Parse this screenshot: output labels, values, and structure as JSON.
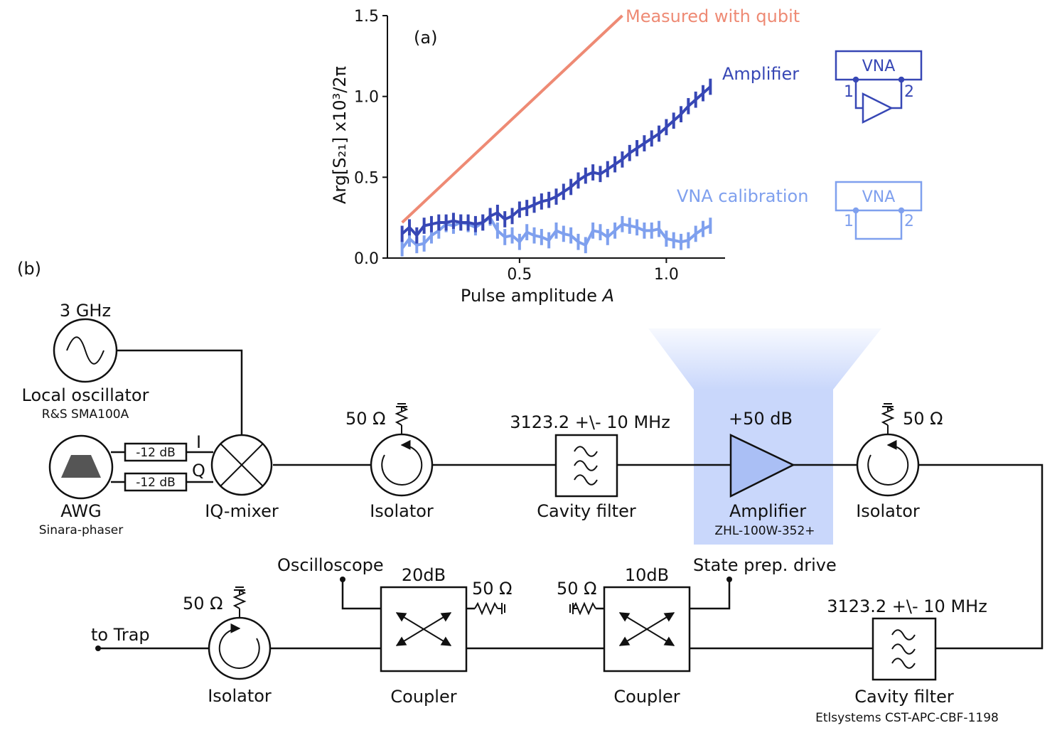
{
  "chart_data": {
    "type": "line",
    "panel_label": "(a)",
    "xlabel": "Pulse amplitude",
    "xlabel_var": "A",
    "ylabel": "Arg[S₂₁]  x10³/2π",
    "xlim": [
      0.05,
      1.2
    ],
    "ylim": [
      0,
      1.5
    ],
    "xticks": [
      0.5,
      1.0
    ],
    "xtick_labels": [
      "0.5",
      "1.0"
    ],
    "yticks": [
      0,
      0.5,
      1.0,
      1.5
    ],
    "ytick_labels": [
      "0.0",
      "0.5",
      "1.0",
      "1.5"
    ],
    "grid": false,
    "series": [
      {
        "name": "Measured with qubit",
        "color": "#ee8a74",
        "x": [
          0.1,
          0.85
        ],
        "y": [
          0.22,
          1.5
        ],
        "err": []
      },
      {
        "name": "Amplifier",
        "color": "#3747b5",
        "x": [
          0.1,
          0.125,
          0.15,
          0.175,
          0.2,
          0.225,
          0.25,
          0.275,
          0.3,
          0.325,
          0.35,
          0.375,
          0.4,
          0.425,
          0.45,
          0.475,
          0.5,
          0.525,
          0.55,
          0.575,
          0.6,
          0.625,
          0.65,
          0.675,
          0.7,
          0.725,
          0.75,
          0.775,
          0.8,
          0.825,
          0.85,
          0.875,
          0.9,
          0.925,
          0.95,
          0.975,
          1.0,
          1.025,
          1.05,
          1.075,
          1.1,
          1.125,
          1.15
        ],
        "y": [
          0.15,
          0.19,
          0.14,
          0.2,
          0.21,
          0.22,
          0.22,
          0.23,
          0.22,
          0.22,
          0.21,
          0.22,
          0.26,
          0.28,
          0.24,
          0.26,
          0.3,
          0.31,
          0.33,
          0.35,
          0.36,
          0.38,
          0.41,
          0.44,
          0.48,
          0.51,
          0.53,
          0.52,
          0.55,
          0.58,
          0.61,
          0.65,
          0.68,
          0.71,
          0.74,
          0.77,
          0.81,
          0.85,
          0.89,
          0.94,
          0.98,
          1.02,
          1.06
        ],
        "err": [
          0.05,
          0.05,
          0.05,
          0.05,
          0.05,
          0.05,
          0.05,
          0.05,
          0.05,
          0.05,
          0.05,
          0.05,
          0.05,
          0.05,
          0.05,
          0.05,
          0.05,
          0.05,
          0.05,
          0.05,
          0.05,
          0.05,
          0.05,
          0.05,
          0.05,
          0.05,
          0.05,
          0.05,
          0.05,
          0.05,
          0.05,
          0.05,
          0.05,
          0.05,
          0.05,
          0.05,
          0.05,
          0.05,
          0.05,
          0.05,
          0.05,
          0.05,
          0.05
        ]
      },
      {
        "name": "VNA calibration",
        "color": "#7fa0ee",
        "x": [
          0.1,
          0.125,
          0.15,
          0.175,
          0.2,
          0.225,
          0.25,
          0.275,
          0.3,
          0.325,
          0.35,
          0.375,
          0.4,
          0.425,
          0.45,
          0.475,
          0.5,
          0.525,
          0.55,
          0.575,
          0.6,
          0.625,
          0.65,
          0.675,
          0.7,
          0.725,
          0.75,
          0.775,
          0.8,
          0.825,
          0.85,
          0.875,
          0.9,
          0.925,
          0.95,
          0.975,
          1.0,
          1.025,
          1.05,
          1.075,
          1.1,
          1.125,
          1.15
        ],
        "y": [
          0.06,
          0.12,
          0.08,
          0.09,
          0.14,
          0.17,
          0.21,
          0.2,
          0.22,
          0.21,
          0.19,
          0.22,
          0.25,
          0.17,
          0.13,
          0.14,
          0.1,
          0.16,
          0.14,
          0.13,
          0.11,
          0.17,
          0.15,
          0.14,
          0.1,
          0.08,
          0.17,
          0.16,
          0.13,
          0.17,
          0.21,
          0.2,
          0.19,
          0.17,
          0.17,
          0.18,
          0.12,
          0.11,
          0.1,
          0.11,
          0.15,
          0.18,
          0.2
        ],
        "err": [
          0.05,
          0.05,
          0.05,
          0.05,
          0.05,
          0.05,
          0.05,
          0.05,
          0.05,
          0.05,
          0.05,
          0.05,
          0.05,
          0.05,
          0.05,
          0.05,
          0.05,
          0.05,
          0.05,
          0.05,
          0.05,
          0.05,
          0.05,
          0.05,
          0.05,
          0.05,
          0.05,
          0.05,
          0.05,
          0.05,
          0.05,
          0.05,
          0.05,
          0.05,
          0.05,
          0.05,
          0.05,
          0.05,
          0.05,
          0.05,
          0.05,
          0.05,
          0.05
        ]
      }
    ]
  },
  "insets": {
    "amplifier": {
      "title": "VNA",
      "port1": "1",
      "port2": "2"
    },
    "calibration": {
      "title": "VNA",
      "port1": "1",
      "port2": "2"
    }
  },
  "diagram": {
    "panel_label": "(b)",
    "highlight_color": "#c9d7fb",
    "local_oscillator": {
      "freq": "3 GHz",
      "label": "Local oscillator",
      "model": "R&S SMA100A"
    },
    "awg": {
      "label": "AWG",
      "model": "Sinara-phaser"
    },
    "attenuators": [
      "-12 dB",
      "-12 dB"
    ],
    "iq_ports": {
      "i": "I",
      "q": "Q"
    },
    "iq_mixer": {
      "label": "IQ-mixer"
    },
    "isolator1": {
      "label": "Isolator",
      "term": "50 Ω"
    },
    "filter1": {
      "label": "Cavity filter",
      "spec": "3123.2 +\\-  10 MHz"
    },
    "amplifier": {
      "label": "Amplifier",
      "model": "ZHL-100W-352+",
      "gain": "+50 dB"
    },
    "isolator2": {
      "label": "Isolator",
      "term": "50 Ω"
    },
    "filter2": {
      "label": "Cavity filter",
      "spec": "3123.2 +\\-  10 MHz",
      "model": "Etlsystems CST-APC-CBF-1198"
    },
    "coupler10": {
      "label": "Coupler",
      "value": "10dB",
      "term": "50 Ω",
      "port": "State prep. drive"
    },
    "coupler20": {
      "label": "Coupler",
      "value": "20dB",
      "term": "50 Ω",
      "port": "Oscilloscope"
    },
    "isolator3": {
      "label": "Isolator",
      "term": "50 Ω"
    },
    "output": "to Trap"
  }
}
